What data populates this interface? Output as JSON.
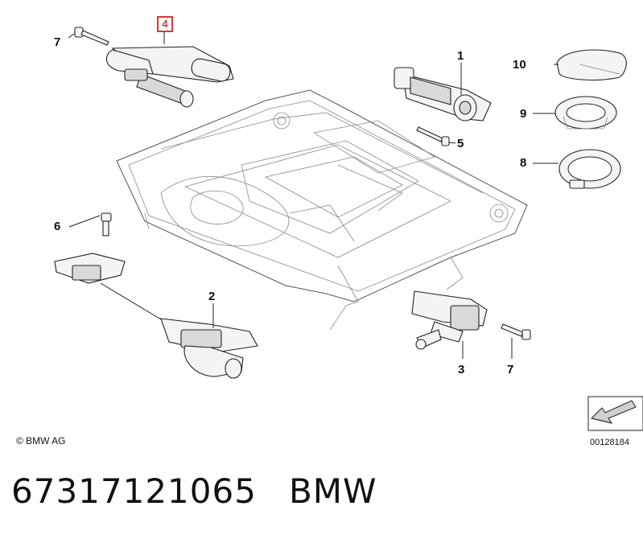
{
  "callouts": [
    {
      "id": "1",
      "label": "1"
    },
    {
      "id": "2",
      "label": "2"
    },
    {
      "id": "3",
      "label": "3"
    },
    {
      "id": "4",
      "label": "4"
    },
    {
      "id": "5",
      "label": "5"
    },
    {
      "id": "6",
      "label": "6"
    },
    {
      "id": "7a",
      "label": "7"
    },
    {
      "id": "7b",
      "label": "7"
    },
    {
      "id": "8",
      "label": "8"
    },
    {
      "id": "9",
      "label": "9"
    },
    {
      "id": "10",
      "label": "10"
    }
  ],
  "copyright": "© BMW AG",
  "diagram_number": "00128184",
  "caption": {
    "part_number": "67317121065",
    "brand": "BMW"
  },
  "highlight_color": "#d23a3a"
}
